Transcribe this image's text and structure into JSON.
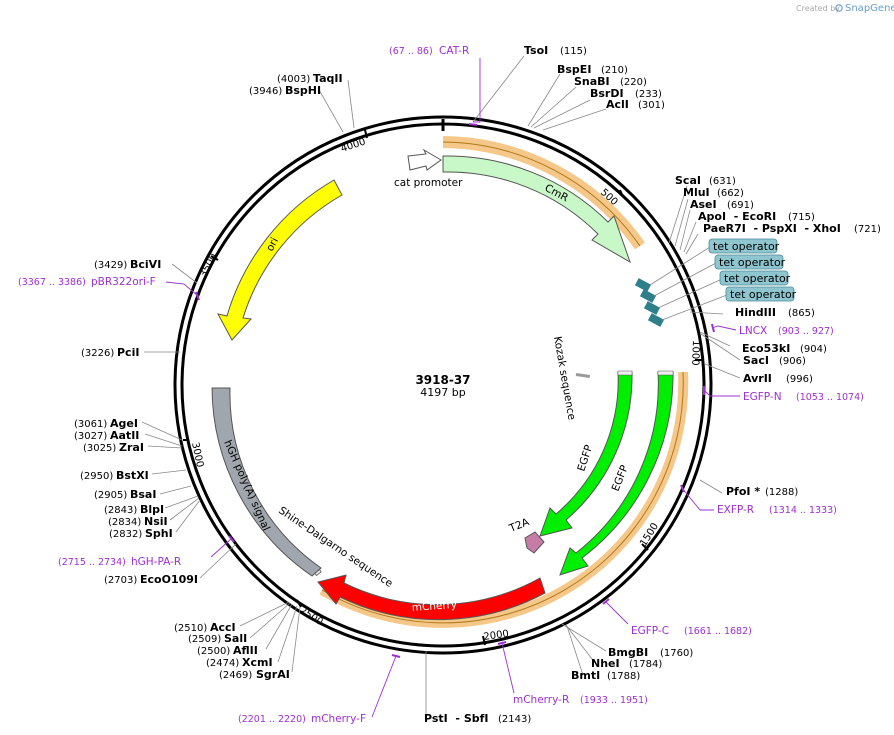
{
  "credit": {
    "prefix": "Created by",
    "brand": "SnapGene"
  },
  "plasmid": {
    "name": "3918-37",
    "size": "4197 bp"
  },
  "ticks": [
    "500",
    "1000",
    "1500",
    "2000",
    "2500",
    "3000",
    "3500",
    "4000"
  ],
  "features": {
    "cmr": "CmR",
    "cat_promoter": "cat promoter",
    "ori": "ori",
    "kozak": "Kozak sequence",
    "egfp_inner": "EGFP",
    "egfp_outer": "EGFP",
    "t2a": "T2A",
    "mcherry": "mCherry",
    "shine": "Shine-Dalgarno sequence",
    "hgh": "hGH poly(A) signal",
    "tet": [
      "tet operator",
      "tet operator",
      "tet operator",
      "tet operator"
    ]
  },
  "sites": [
    {
      "name": "TsoI",
      "pos": "(115)"
    },
    {
      "name": "BspEI",
      "pos": "(210)"
    },
    {
      "name": "SnaBI",
      "pos": "(220)"
    },
    {
      "name": "BsrDI",
      "pos": "(233)"
    },
    {
      "name": "AclI",
      "pos": "(301)"
    },
    {
      "name": "ScaI",
      "pos": "(631)"
    },
    {
      "name": "MluI",
      "pos": "(662)"
    },
    {
      "name": "AseI",
      "pos": "(691)"
    },
    {
      "name": "ApoI  - EcoRI",
      "pos": "(715)"
    },
    {
      "name": "PaeR7I  - PspXI  - XhoI",
      "pos": "(721)"
    },
    {
      "name": "HindIII",
      "pos": "(865)"
    },
    {
      "name": "Eco53kI",
      "pos": "(904)"
    },
    {
      "name": "SacI",
      "pos": "(906)"
    },
    {
      "name": "AvrII",
      "pos": "(996)"
    },
    {
      "name": "PfoI *",
      "pos": "(1288)"
    },
    {
      "name": "BmgBI",
      "pos": "(1760)"
    },
    {
      "name": "NheI",
      "pos": "(1784)"
    },
    {
      "name": "BmtI",
      "pos": "(1788)"
    },
    {
      "name": "PstI  - SbfI",
      "pos": "(2143)"
    },
    {
      "name": "SgrAI",
      "pos": "(2469)"
    },
    {
      "name": "XcmI",
      "pos": "(2474)"
    },
    {
      "name": "AflII",
      "pos": "(2500)"
    },
    {
      "name": "SalI",
      "pos": "(2509)"
    },
    {
      "name": "AccI",
      "pos": "(2510)"
    },
    {
      "name": "EcoO109I",
      "pos": "(2703)"
    },
    {
      "name": "SphI",
      "pos": "(2832)"
    },
    {
      "name": "NsiI",
      "pos": "(2834)"
    },
    {
      "name": "BlpI",
      "pos": "(2843)"
    },
    {
      "name": "BsaI",
      "pos": "(2905)"
    },
    {
      "name": "BstXI",
      "pos": "(2950)"
    },
    {
      "name": "ZraI",
      "pos": "(3025)"
    },
    {
      "name": "AatII",
      "pos": "(3027)"
    },
    {
      "name": "AgeI",
      "pos": "(3061)"
    },
    {
      "name": "PciI",
      "pos": "(3226)"
    },
    {
      "name": "BciVI",
      "pos": "(3429)"
    },
    {
      "name": "BspHI",
      "pos": "(3946)"
    },
    {
      "name": "TaqII",
      "pos": "(4003)"
    }
  ],
  "primers": [
    {
      "name": "CAT-R",
      "range": "(67 .. 86)"
    },
    {
      "name": "LNCX",
      "range": "(903 .. 927)"
    },
    {
      "name": "EGFP-N",
      "range": "(1053 .. 1074)"
    },
    {
      "name": "EXFP-R",
      "range": "(1314 .. 1333)"
    },
    {
      "name": "EGFP-C",
      "range": "(1661 .. 1682)"
    },
    {
      "name": "mCherry-R",
      "range": "(1933 .. 1951)"
    },
    {
      "name": "mCherry-F",
      "range": "(2201 .. 2220)"
    },
    {
      "name": "hGH-PA-R",
      "range": "(2715 .. 2734)"
    },
    {
      "name": "pBR322ori-F",
      "range": "(3367 .. 3386)"
    }
  ]
}
